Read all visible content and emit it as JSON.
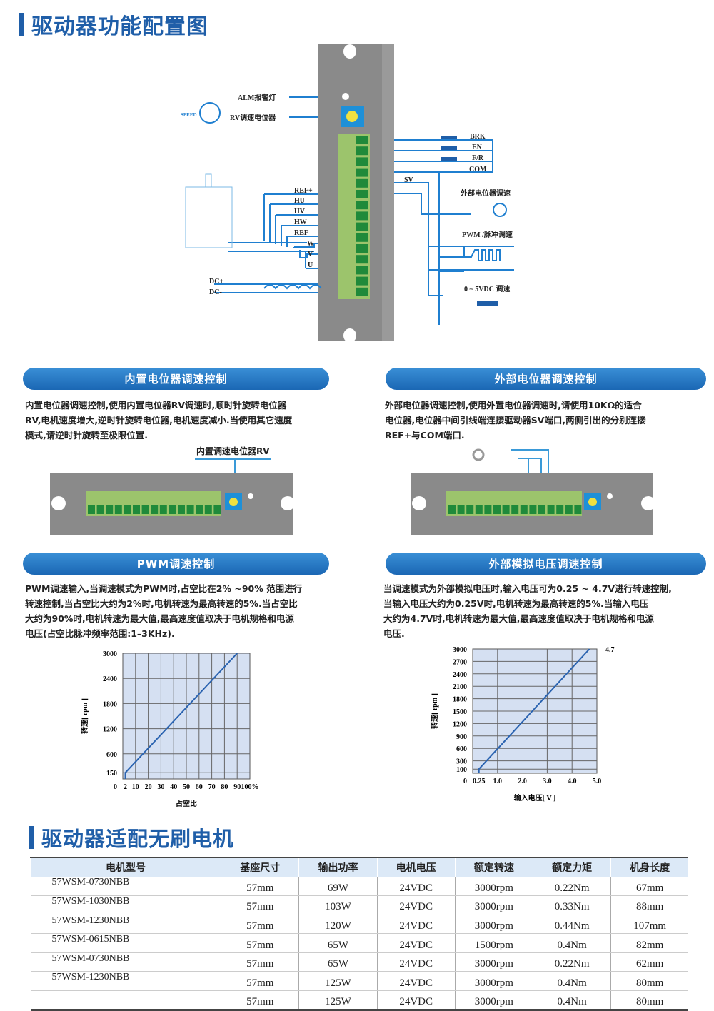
{
  "title": "驱动器功能配置图",
  "diagram": {
    "alm": "ALM报警灯",
    "rv": "RV调速电位器",
    "speed": "SPEED",
    "right_labels": [
      "BRK",
      "EN",
      "F/R",
      "COM"
    ],
    "sv": "SV",
    "left_labels": [
      "REF+",
      "HU",
      "HV",
      "HW",
      "REF-",
      "W",
      "V",
      "U"
    ],
    "dc": [
      "DC+",
      "DC-"
    ],
    "ext_pot": "外部电位器调速",
    "pwm": "PWM /脉冲调速",
    "vdc": "0 ~ 5VDC 调速"
  },
  "sections": {
    "internal": {
      "title": "内置电位器调速控制",
      "text": [
        "内置电位器调速控制,使用内置电位器RV调速时,顺时针旋转电位器",
        "RV,电机速度增大,逆时针旋转电位器,电机速度减小.当使用其它速度",
        "模式,请逆时针旋转至极限位置."
      ],
      "callout": "内置调速电位器RV"
    },
    "external": {
      "title": "外部电位器调速控制",
      "text": [
        "外部电位器调速控制,使用外置电位器调速时,请使用10KΩ的适合",
        "电位器,电位器中间引线端连接驱动器SV端口,两侧引出的分别连接",
        "REF+与COM端口."
      ]
    },
    "pwm": {
      "title": "PWM调速控制",
      "text": [
        "PWM调速输入,当调速模式为PWM时,占空比在2% ~90% 范围进行",
        "转速控制,当占空比大约为2%时,电机转速为最高转速的5%.当占空比",
        "大约为90%时,电机转速为最大值,最高速度值取决于电机规格和电源",
        "电压(占空比脉冲频率范围:1–3KHz)."
      ]
    },
    "analog": {
      "title": "外部模拟电压调速控制",
      "text": [
        "当调速模式为外部模拟电压时,输入电压可为0.25 ~ 4.7V进行转速控制,",
        "当输入电压大约为0.25V时,电机转速为最高转速的5%.当输入电压",
        "大约为4.7V时,电机转速为最大值,最高速度值取决于电机规格和电源",
        "电压."
      ]
    }
  },
  "chart_data": [
    {
      "type": "line",
      "title": "",
      "xlabel": "占空比",
      "ylabel": "转速[ rpm ]",
      "xlim": [
        0,
        100
      ],
      "ylim": [
        0,
        3000
      ],
      "xticks": [
        0,
        2,
        10,
        20,
        30,
        40,
        50,
        60,
        70,
        80,
        90,
        100
      ],
      "xtick_labels": [
        "0",
        "2",
        "10",
        "20",
        "30",
        "40",
        "50",
        "60",
        "70",
        "80",
        "90",
        "100%"
      ],
      "yticks": [
        150,
        600,
        1200,
        1800,
        2400,
        3000
      ],
      "ytick_labels": [
        "150",
        "600",
        "1200",
        "1800",
        "2400",
        "3000"
      ],
      "grid": true,
      "series": [
        {
          "name": "speed",
          "x": [
            2,
            2,
            90
          ],
          "y": [
            0,
            150,
            3000
          ]
        }
      ]
    },
    {
      "type": "line",
      "title": "",
      "xlabel": "输入电压[ V ]",
      "ylabel": "转速[ rpm ]",
      "xlim": [
        0,
        5
      ],
      "ylim": [
        0,
        3000
      ],
      "xticks": [
        0,
        0.25,
        1,
        2,
        3,
        4,
        5
      ],
      "xtick_labels": [
        "0",
        "0.25",
        "1.0",
        "2.0",
        "3.0",
        "4.0",
        "5.0"
      ],
      "yticks": [
        100,
        300,
        600,
        900,
        1200,
        1500,
        1800,
        2100,
        2400,
        2700,
        3000
      ],
      "ytick_labels": [
        "100",
        "300",
        "600",
        "900",
        "1200",
        "1500",
        "1800",
        "2100",
        "2400",
        "2700",
        "3000"
      ],
      "grid": true,
      "annotation": "4.7",
      "series": [
        {
          "name": "speed",
          "x": [
            0.25,
            0.25,
            4.7
          ],
          "y": [
            0,
            100,
            3000
          ]
        }
      ]
    }
  ],
  "motor_section": {
    "title": "驱动器适配无刷电机",
    "headers": [
      "电机型号",
      "基座尺寸",
      "输出功率",
      "电机电压",
      "额定转速",
      "额定力矩",
      "机身长度"
    ],
    "rows": [
      [
        "57WSM-0730NBB",
        "57mm",
        "69W",
        "24VDC",
        "3000rpm",
        "0.22Nm",
        "67mm"
      ],
      [
        "57WSM-1030NBB",
        "57mm",
        "103W",
        "24VDC",
        "3000rpm",
        "0.33Nm",
        "88mm"
      ],
      [
        "57WSM-1230NBB",
        "57mm",
        "120W",
        "24VDC",
        "3000rpm",
        "0.44Nm",
        "107mm"
      ],
      [
        "57WSM-0615NBB",
        "57mm",
        "65W",
        "24VDC",
        "1500rpm",
        "0.4Nm",
        "82mm"
      ],
      [
        "57WSM-0730NBB",
        "57mm",
        "65W",
        "24VDC",
        "3000rpm",
        "0.22Nm",
        "62mm"
      ],
      [
        "57WSM-1230NBB",
        "57mm",
        "125W",
        "24VDC",
        "3000rpm",
        "0.4Nm",
        "80mm"
      ],
      [
        "",
        "57mm",
        "125W",
        "24VDC",
        "3000rpm",
        "0.4Nm",
        "80mm"
      ]
    ]
  }
}
